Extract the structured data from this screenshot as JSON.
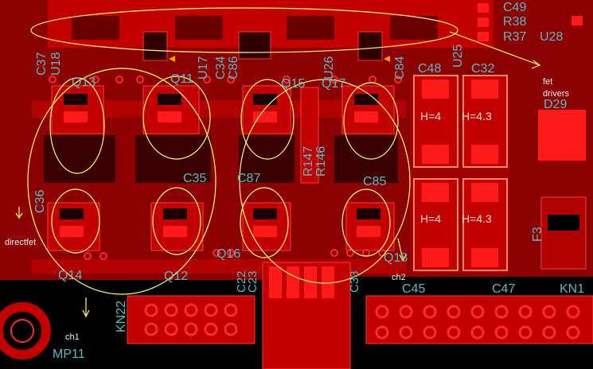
{
  "designators": {
    "c49": "C49",
    "r38": "R38",
    "r37": "R37",
    "u28": "U28",
    "c37": "C37",
    "u18": "U18",
    "u17": "U17",
    "u26": "U26",
    "u25": "U25",
    "c34": "C34",
    "c86": "C86",
    "c84": "C84",
    "c48": "C48",
    "c32": "C32",
    "q13": "Q13",
    "q11": "Q11",
    "q15": "Q15",
    "q17": "Q17",
    "d29": "D29",
    "c35": "C35",
    "c87": "C87",
    "c85": "C85",
    "r147": "R147",
    "r146": "R146",
    "c36": "C36",
    "f3": "F3",
    "q14": "Q14",
    "q12": "Q12",
    "q16": "Q16",
    "q18": "Q18",
    "c22": "C22",
    "c23": "C23",
    "c33": "C33",
    "c45": "C45",
    "c47": "C47",
    "kn22": "KN22",
    "kn1": "KN1",
    "mp11": "MP11",
    "h1": "H=4",
    "h2": "H=4.3",
    "h3": "H=4",
    "h4": "H=4.3"
  },
  "notes": {
    "fet_drivers_1": "fet",
    "fet_drivers_2": "drivers",
    "directfet": "directfet",
    "ch1": "ch1",
    "ch2": "ch2"
  },
  "colors": {
    "board": "#8b0000",
    "copper": "#c20000",
    "pad": "#ff1a1a",
    "silk": "#5fb8c4",
    "annotation": "#ffff66"
  }
}
